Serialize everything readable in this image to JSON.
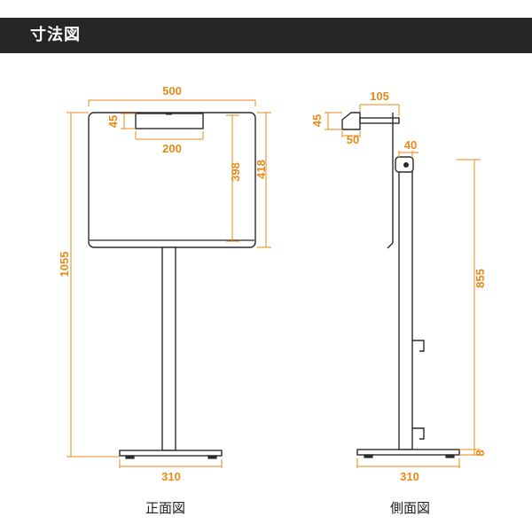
{
  "header": {
    "title": "寸法図"
  },
  "front": {
    "caption": "正面図",
    "dims": {
      "width": "500",
      "slot_h": "45",
      "slot_w": "200",
      "panel_inner_h": "398",
      "panel_h": "418",
      "total_h": "1055",
      "base_w": "310"
    }
  },
  "side": {
    "caption": "側面図",
    "dims": {
      "arm_len": "105",
      "clip_h": "45",
      "clip_w": "50",
      "post_w": "40",
      "post_h": "855",
      "base_t": "8",
      "base_w": "310"
    }
  },
  "colors": {
    "header_bg": "#262626",
    "dimension": "#e88a1a",
    "outline": "#2b2b2b"
  }
}
